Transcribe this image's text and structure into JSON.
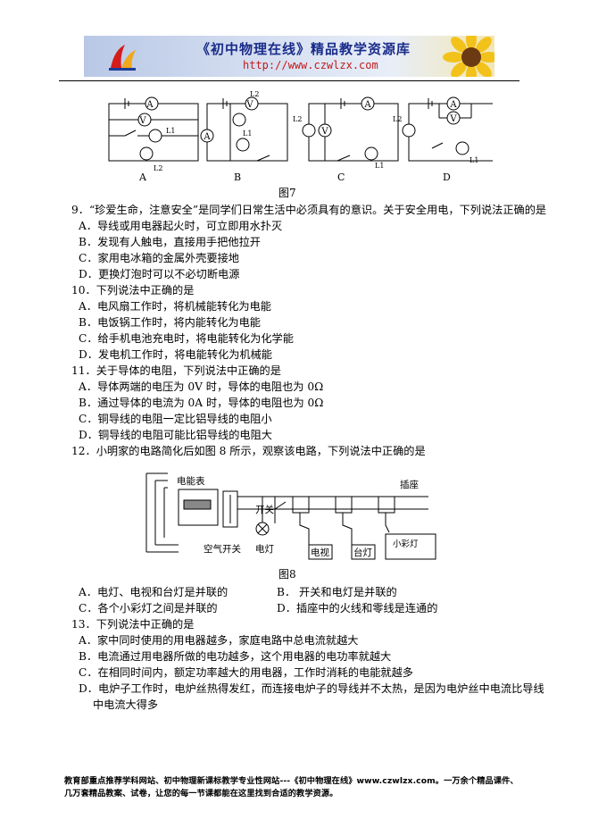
{
  "header": {
    "title": "《初中物理在线》精品教学资源库",
    "url": "http://www.czwlzx.com"
  },
  "figure7": {
    "labels": [
      "A",
      "B",
      "C",
      "D"
    ],
    "caption": "图7",
    "symbols": {
      "ammeter": "A",
      "voltmeter": "V",
      "lamp1": "L1",
      "lamp2": "L2"
    }
  },
  "q9": {
    "stem": "9．“珍爱生命，注意安全”是同学们日常生活中必须具有的意识。关于安全用电，下列说法正确的是",
    "options": [
      "A．导线或用电器起火时，可立即用水扑灭",
      "B．发现有人触电，直接用手把他拉开",
      "C．家用电冰箱的金属外壳要接地",
      "D．更换灯泡时可以不必切断电源"
    ]
  },
  "q10": {
    "stem": "10．下列说法中正确的是",
    "options": [
      "A．电风扇工作时，将机械能转化为电能",
      "B．电饭锅工作时，将内能转化为电能",
      "C．给手机电池充电时，将电能转化为化学能",
      "D．发电机工作时，将电能转化为机械能"
    ]
  },
  "q11": {
    "stem": "11．关于导体的电阻，下列说法中正确的是",
    "options": [
      "A．导体两端的电压为 0V 时，导体的电阻也为 0Ω",
      "B．通过导体的电流为 0A 时，导体的电阻也为 0Ω",
      "C．铜导线的电阻一定比铝导线的电阻小",
      "D．铜导线的电阻可能比铝导线的电阻大"
    ]
  },
  "q12": {
    "stem": "12．小明家的电路简化后如图 8 所示，观察该电路，下列说法中正确的是",
    "options": [
      "A．电灯、电视和台灯是并联的",
      "B．  开关和电灯是并联的",
      "C．各个小彩灯之间是并联的",
      "D．插座中的火线和零线是连通的"
    ]
  },
  "figure8": {
    "meter": "电能表",
    "switch": "开关",
    "air_switch": "空气开关",
    "lamp": "电灯",
    "tv": "电视",
    "desk_lamp": "台灯",
    "socket": "插座",
    "string_lights": "小彩灯",
    "caption": "图8"
  },
  "q13": {
    "stem": "13．下列说法中正确的是",
    "options": [
      "A．家中同时使用的用电器越多，家庭电路中总电流就越大",
      "B．电流通过用电器所做的电功越多，这个用电器的电功率就越大",
      "C．在相同时间内，额定功率越大的用电器，工作时消耗的电能就越多",
      "D．电炉子工作时，电炉丝热得发红，而连接电炉子的导线并不太热，是因为电炉丝中电流比导线"
    ],
    "continuation": "中电流大得多"
  },
  "footer": {
    "line1": "教育部重点推荐学科网站、初中物理新课标教学专业性网站---《初中物理在线》www.czwlzx.com。一万余个精品课件、",
    "line2": "几万套精品教案、试卷，让您的每一节课都能在这里找到合适的教学资源。"
  }
}
